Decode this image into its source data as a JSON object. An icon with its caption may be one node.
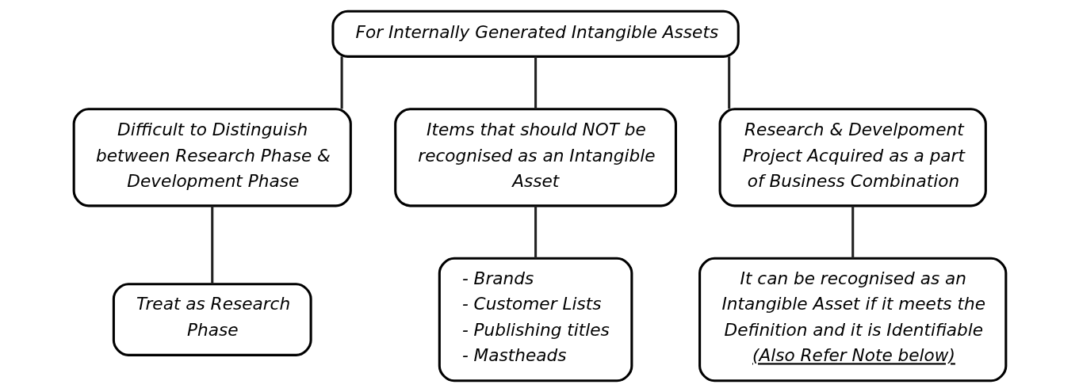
{
  "diagram": {
    "nodes": [
      {
        "text": [
          "For Internally Generated Intangible Assets"
        ]
      },
      {
        "text": [
          "Difficult to Distinguish between Research Phase & Development Phase"
        ]
      },
      {
        "text": [
          "Items that should NOT be recognised as an Intangible Asset"
        ]
      },
      {
        "text": [
          "Research & Develpoment Project Acquired as a part of Business Combination"
        ]
      },
      {
        "text": [
          "Treat as Research Phase"
        ]
      },
      {
        "text": [
          "- Brands",
          "- Customer Lists",
          "- Publishing titles",
          "- Mastheads"
        ]
      },
      {
        "text": [
          "It can be recognised as an Intangible Asset if it meets the Definition and it is Identifiable",
          "(Also Refer Note below)"
        ]
      }
    ],
    "edges": [
      {
        "from": 0,
        "to": 1,
        "arrow": "none"
      },
      {
        "from": 0,
        "to": 2,
        "arrow": "none"
      },
      {
        "from": 0,
        "to": 3,
        "arrow": "none"
      },
      {
        "from": 1,
        "to": 4,
        "arrow": "none"
      },
      {
        "from": 2,
        "to": 5,
        "arrow": "none"
      },
      {
        "from": 3,
        "to": 6,
        "arrow": "none"
      }
    ]
  }
}
